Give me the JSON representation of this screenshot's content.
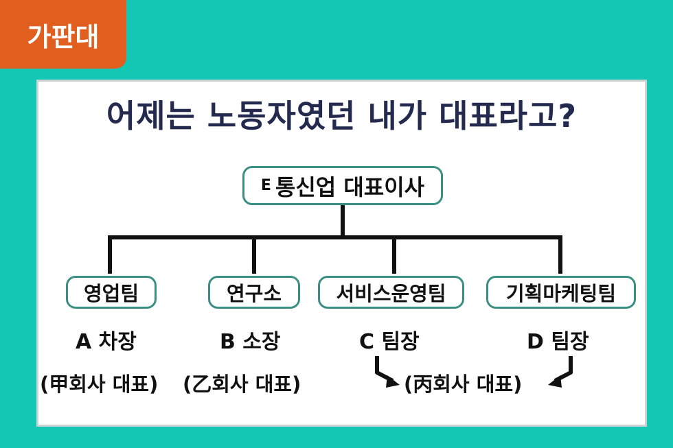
{
  "badge": "가판대",
  "title": "어제는 노동자였던 내가 대표라고?",
  "root": {
    "mark": "E",
    "label": "통신업 대표이사"
  },
  "departments": [
    {
      "name": "영업팀",
      "person": "A 차장"
    },
    {
      "name": "연구소",
      "person": "B 소장"
    },
    {
      "name": "서비스운영팀",
      "person": "C 팀장"
    },
    {
      "name": "기획마케팅팀",
      "person": "D 팀장"
    }
  ],
  "companies": [
    "(甲회사 대표)",
    "(乙회사 대표)",
    "(丙회사 대표)"
  ],
  "colors": {
    "background": "#14c6b4",
    "badge": "#e05f1f",
    "title": "#232a4e",
    "box_border": "#3a8f82"
  }
}
